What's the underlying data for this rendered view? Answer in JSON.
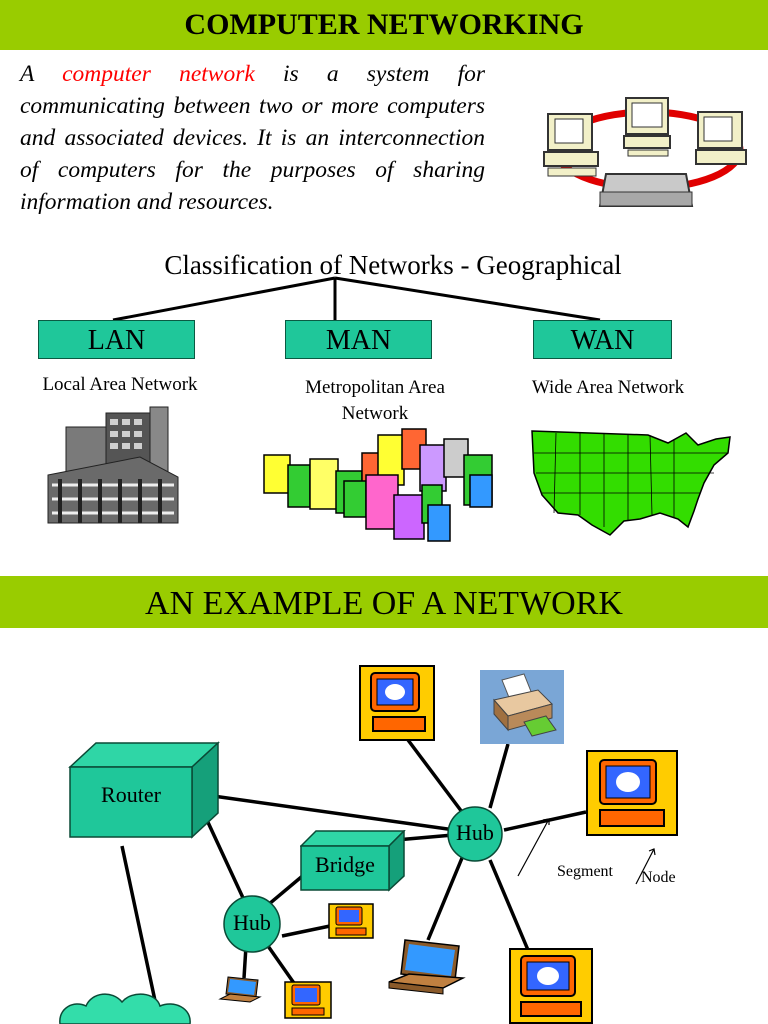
{
  "banner1": "COMPUTER NETWORKING",
  "intro": {
    "pre": "A ",
    "highlight": "computer network",
    "post": " is a system for communicating between two or more computers and associated devices. It is an interconnection of computers for the purposes of sharing information and resources."
  },
  "classification_title": "Classification of Networks - Geographical",
  "networks": [
    {
      "abbr": "LAN",
      "name": "Local Area Network"
    },
    {
      "abbr": "MAN",
      "name": "Metropolitan Area Network"
    },
    {
      "abbr": "WAN",
      "name": "Wide Area Network"
    }
  ],
  "banner2": "AN EXAMPLE OF A NETWORK",
  "diagram": {
    "router": "Router",
    "bridge": "Bridge",
    "hub": "Hub",
    "segment": "Segment",
    "node": "Node"
  },
  "colors": {
    "banner": "#99cc00",
    "box": "#1fc79a",
    "highlight": "#ff0000"
  }
}
